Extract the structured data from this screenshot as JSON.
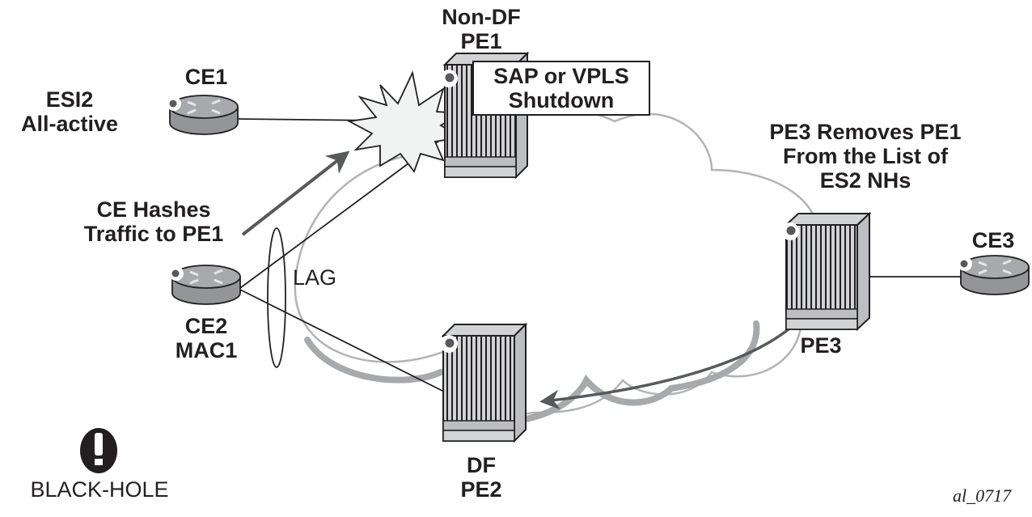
{
  "diagram": {
    "labels": {
      "esi": [
        "ESI2",
        "All-active"
      ],
      "ce1": "CE1",
      "ce2": [
        "CE2",
        "MAC1"
      ],
      "ce3": "CE3",
      "pe1": [
        "Non-DF",
        "PE1"
      ],
      "pe2": [
        "DF",
        "PE2"
      ],
      "pe3": "PE3",
      "hash_note": [
        "CE Hashes",
        "Traffic to PE1"
      ],
      "lag": "LAG",
      "shutdown_callout": [
        "SAP or VPLS",
        "Shutdown"
      ],
      "pe3_note": [
        "PE3 Removes PE1",
        "From the List of",
        "ES2 NHs"
      ],
      "legend_blackhole": "BLACK-HOLE",
      "figure_id": "al_0717"
    },
    "icons": {
      "router": "router-icon",
      "pe": "service-router-chassis-icon",
      "failure": "explosion-icon",
      "blackhole": "exclamation-icon"
    },
    "colors": {
      "ink": "#231f20",
      "cloud": "#b3b3b3",
      "arrow": "#58595b",
      "device_fill": "#a7a9ac",
      "device_light": "#d1d3d4"
    }
  }
}
